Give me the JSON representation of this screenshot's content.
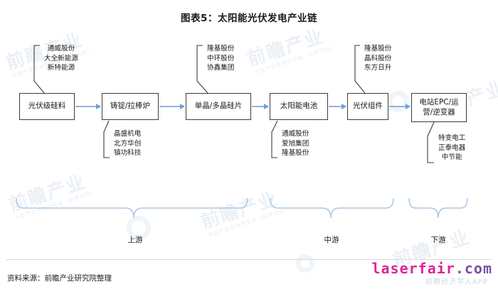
{
  "title": "图表5：太阳能光伏发电产业链",
  "colors": {
    "arrow": "#8fb4dc",
    "brace": "#a9c8e4",
    "box_border": "#3c3c3c",
    "brand_pink": "#e0219b",
    "brand_purple": "#7a4fa8",
    "watermark": "#dbe5ef"
  },
  "chain": {
    "boxes": [
      {
        "label": "光伏级硅料"
      },
      {
        "label": "铸锭/拉棒炉"
      },
      {
        "label": "单晶/多晶硅片"
      },
      {
        "label": "太阳能电池"
      },
      {
        "label": "光伏组件"
      },
      {
        "label": "电站EPC/运营/逆变器"
      }
    ],
    "annotations": [
      {
        "position": "above",
        "for": "光伏级硅料",
        "companies": [
          "通威股份",
          "大全新能源",
          "新特能源"
        ]
      },
      {
        "position": "below",
        "for": "铸锭/拉棒炉",
        "companies": [
          "晶盛机电",
          "北方华创",
          "镇功科技"
        ]
      },
      {
        "position": "above",
        "for": "单晶/多晶硅片",
        "companies": [
          "隆基股份",
          "中环股份",
          "协鑫集团"
        ]
      },
      {
        "position": "below",
        "for": "太阳能电池",
        "companies": [
          "通威股份",
          "爱旭集团",
          "隆基股份"
        ]
      },
      {
        "position": "above",
        "for": "光伏组件",
        "companies": [
          "隆基股份",
          "晶科股份",
          "东方日升"
        ]
      },
      {
        "position": "below",
        "for": "电站EPC/运营/逆变器",
        "companies": [
          "特变电工",
          "正泰电器",
          "中节能"
        ]
      }
    ],
    "segments": [
      {
        "label": "上游",
        "covers": [
          "光伏级硅料",
          "铸锭/拉棒炉",
          "单晶/多晶硅片"
        ]
      },
      {
        "label": "中游",
        "covers": [
          "太阳能电池",
          "光伏组件"
        ]
      },
      {
        "label": "下游",
        "covers": [
          "电站EPC/运营/逆变器"
        ]
      }
    ]
  },
  "footer": {
    "source": "资料来源：前瞻产业研究院整理",
    "brand_name": "laserfair",
    "brand_tld": ".com",
    "app_watermark": "前瞻经济学人APP"
  },
  "watermarks": {
    "main": "前瞻产业",
    "sub": "中国产业咨询领导者（股票代码）"
  }
}
